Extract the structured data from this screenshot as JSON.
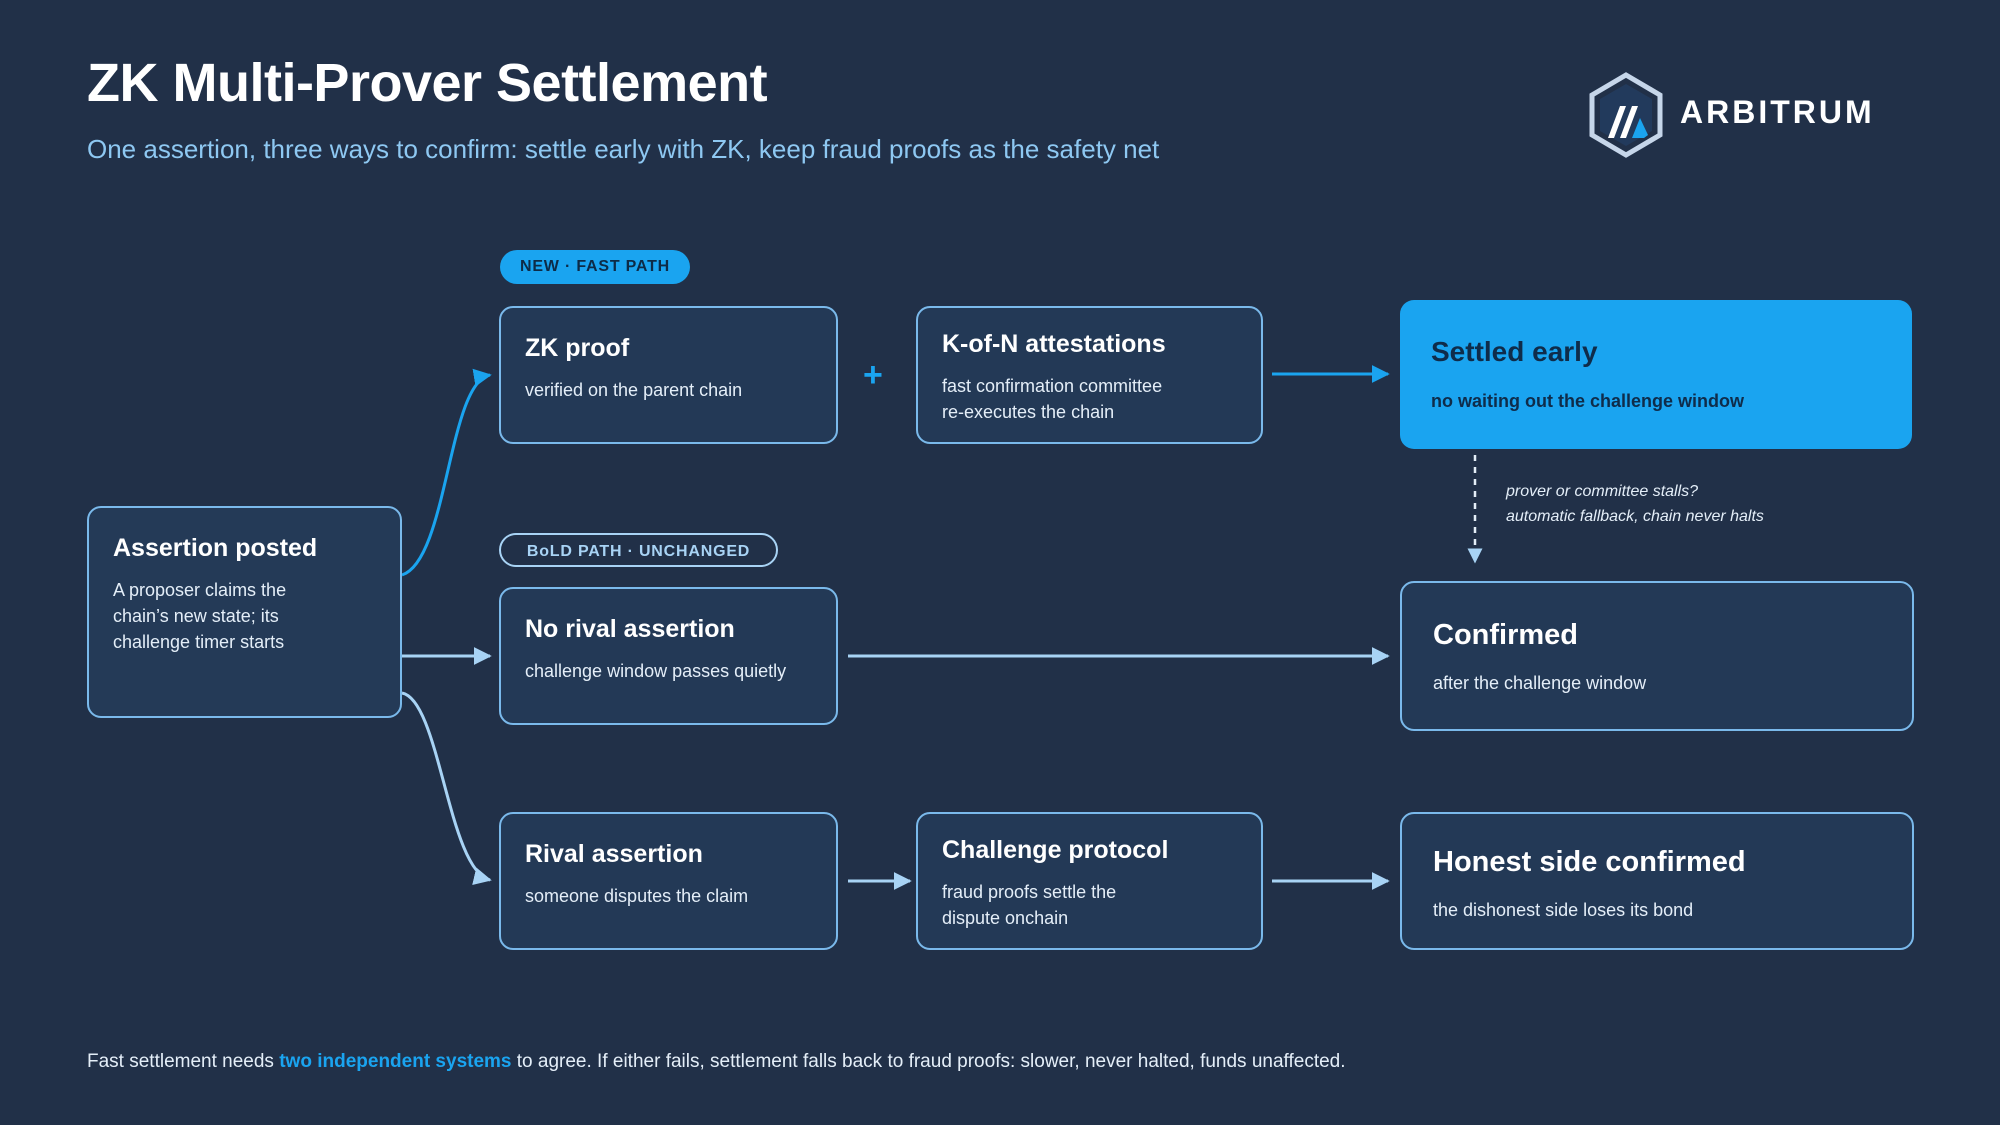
{
  "header": {
    "title": "ZK Multi-Prover Settlement",
    "subtitle": "One assertion, three ways to confirm: settle early with ZK, keep fraud proofs as the safety net"
  },
  "logo": {
    "text": "ARBITRUM",
    "icon": "arbitrum-hexagon-icon"
  },
  "pills": {
    "fast_path": "NEW · FAST PATH",
    "bold_path": "BoLD PATH · UNCHANGED"
  },
  "nodes": {
    "assertion_posted": {
      "title": "Assertion posted",
      "desc_lines": [
        "A proposer claims the",
        "chain’s new state; its",
        "challenge timer starts"
      ]
    },
    "zk_proof": {
      "title": "ZK proof",
      "desc_lines": [
        "verified on the parent chain"
      ]
    },
    "kofn": {
      "title": "K-of-N attestations",
      "desc_lines": [
        "fast confirmation committee",
        "re-executes the chain"
      ]
    },
    "settled_early": {
      "title": "Settled early",
      "desc_lines": [
        "no waiting out the challenge window"
      ]
    },
    "no_rival": {
      "title": "No rival assertion",
      "desc_lines": [
        "challenge window passes quietly"
      ]
    },
    "confirmed": {
      "title": "Confirmed",
      "desc_lines": [
        "after the challenge window"
      ]
    },
    "rival": {
      "title": "Rival assertion",
      "desc_lines": [
        "someone disputes the claim"
      ]
    },
    "challenge": {
      "title": "Challenge protocol",
      "desc_lines": [
        "fraud proofs settle the",
        "dispute onchain"
      ]
    },
    "honest": {
      "title": "Honest side confirmed",
      "desc_lines": [
        "the dishonest side loses its bond"
      ]
    }
  },
  "plus_sign": "+",
  "fallback_note": {
    "line1": "prover or committee stalls?",
    "line2": "automatic fallback, chain never halts"
  },
  "footer": {
    "before": "Fast settlement needs ",
    "highlight": "two independent systems",
    "after": " to agree. If either fails, settlement falls back to fraud proofs: slower, never halted, funds unaffected."
  },
  "colors": {
    "background": "#213048",
    "accent": "#1aa4f0",
    "box_border": "#7ab9eb",
    "box_fill": "#233956",
    "subtitle": "#8ec8f2"
  }
}
